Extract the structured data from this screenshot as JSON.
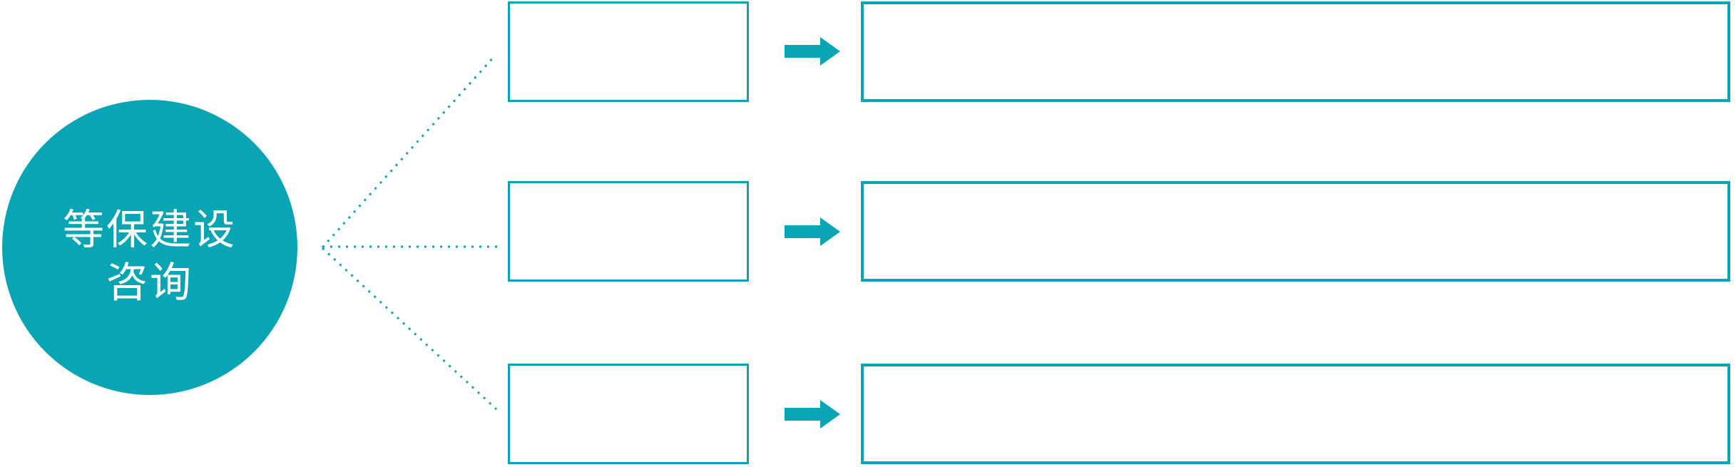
{
  "diagram": {
    "background_color": "#FFFFFF",
    "accent_color": "#0AA5B4",
    "circle": {
      "label_line1": "等保建设",
      "label_line2": "咨询",
      "text_color": "#FFFFFF"
    },
    "rows": [
      {
        "category_label": "",
        "arrow_icon": "right-arrow-icon",
        "detail_label": ""
      },
      {
        "category_label": "",
        "arrow_icon": "right-arrow-icon",
        "detail_label": ""
      },
      {
        "category_label": "",
        "arrow_icon": "right-arrow-icon",
        "detail_label": ""
      }
    ],
    "connector_style": "dotted"
  }
}
